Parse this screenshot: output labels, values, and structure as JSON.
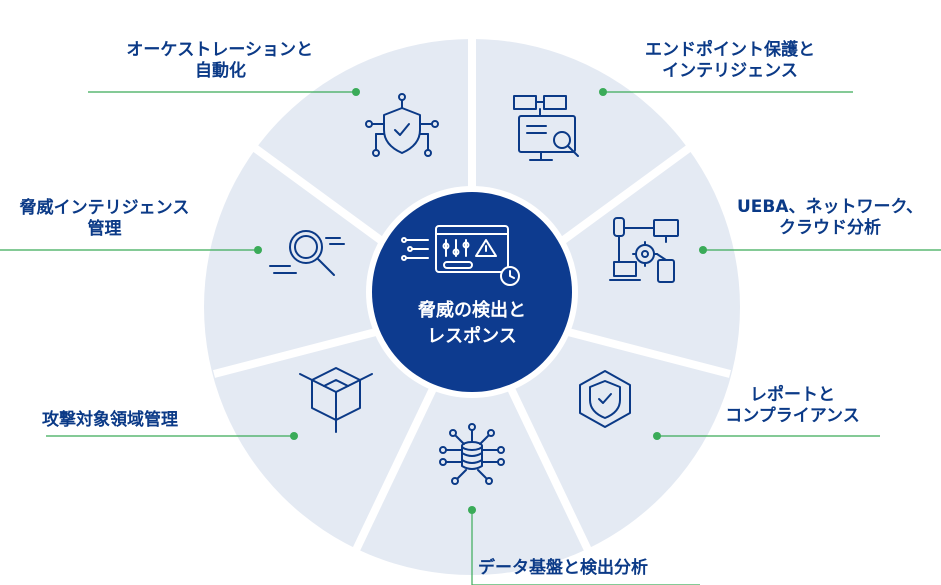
{
  "center": {
    "line1": "脅威の検出と",
    "line2": "レスポンス"
  },
  "segments": [
    {
      "id": "orchestration",
      "line1": "オーケストレーションと",
      "line2": "自動化",
      "icon": "shield-network-icon"
    },
    {
      "id": "endpoint",
      "line1": "エンドポイント保護と",
      "line2": "インテリジェンス",
      "icon": "monitor-magnifier-icon"
    },
    {
      "id": "ueba",
      "line1": "UEBA、ネットワーク、",
      "line2": "クラウド分析",
      "icon": "network-gear-icon"
    },
    {
      "id": "report",
      "line1": "レポートと",
      "line2": "コンプライアンス",
      "icon": "hexagon-shield-icon"
    },
    {
      "id": "data",
      "line1": "データ基盤と検出分析",
      "line2": "",
      "icon": "database-network-icon"
    },
    {
      "id": "attack",
      "line1": "攻撃対象領域管理",
      "line2": "",
      "icon": "cube-icon"
    },
    {
      "id": "threat",
      "line1": "脅威インテリジェンス",
      "line2": "管理",
      "icon": "magnifier-icon"
    }
  ],
  "colors": {
    "ring": "#e4eaf3",
    "divider": "#ffffff",
    "center": "#0d3b8f",
    "icon": "#0b3a87",
    "leader": "#3aab58",
    "label": "#0b3a87"
  }
}
